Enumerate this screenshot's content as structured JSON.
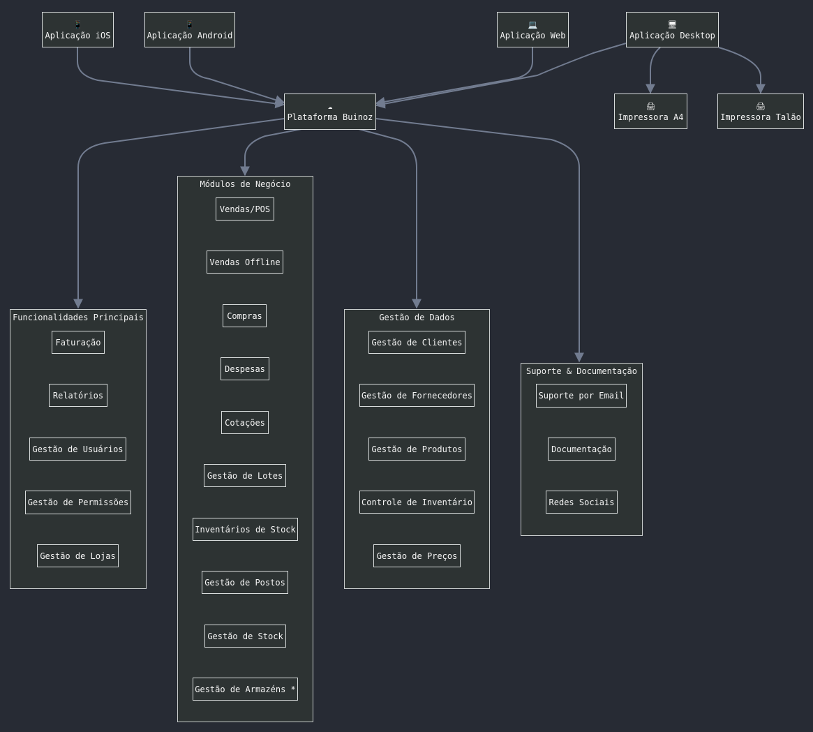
{
  "colors": {
    "background": "#272b34",
    "node_fill": "#2d3333",
    "node_border": "#d8dcdc",
    "edge": "#727c90",
    "text": "#f4f4f4"
  },
  "clients": {
    "ios": {
      "icon": "mobile-phone-icon",
      "glyph": "📱",
      "label": "Aplicação iOS"
    },
    "android": {
      "icon": "mobile-phone-icon",
      "glyph": "📱",
      "label": "Aplicação Android"
    },
    "web": {
      "icon": "laptop-icon",
      "glyph": "💻",
      "label": "Aplicação Web"
    },
    "desktop": {
      "icon": "desktop-computer-icon",
      "glyph": "🖥",
      "label": "Aplicação Desktop"
    }
  },
  "printers": {
    "a4": {
      "icon": "printer-icon",
      "glyph": "🖨",
      "label": "Impressora A4"
    },
    "talao": {
      "icon": "printer-icon",
      "glyph": "🖨",
      "label": "Impressora Talão"
    }
  },
  "platform": {
    "icon": "cloud-icon",
    "glyph": "☁",
    "label": "Plataforma Buinoz"
  },
  "clusters": {
    "funcionalidades": {
      "title": "Funcionalidades Principais",
      "items": [
        "Faturação",
        "Relatórios",
        "Gestão de Usuários",
        "Gestão de Permissões",
        "Gestão de Lojas"
      ]
    },
    "modulos": {
      "title": "Módulos de Negócio",
      "items": [
        "Vendas/POS",
        "Vendas Offline",
        "Compras",
        "Despesas",
        "Cotações",
        "Gestão de Lotes",
        "Inventários de Stock",
        "Gestão de Postos",
        "Gestão de Stock",
        "Gestão de Armazéns *"
      ]
    },
    "dados": {
      "title": "Gestão de Dados",
      "items": [
        "Gestão de Clientes",
        "Gestão de Fornecedores",
        "Gestão de Produtos",
        "Controle de Inventário",
        "Gestão de Preços"
      ]
    },
    "suporte": {
      "title": "Suporte & Documentação",
      "items": [
        "Suporte por Email",
        "Documentação",
        "Redes Sociais"
      ]
    }
  }
}
